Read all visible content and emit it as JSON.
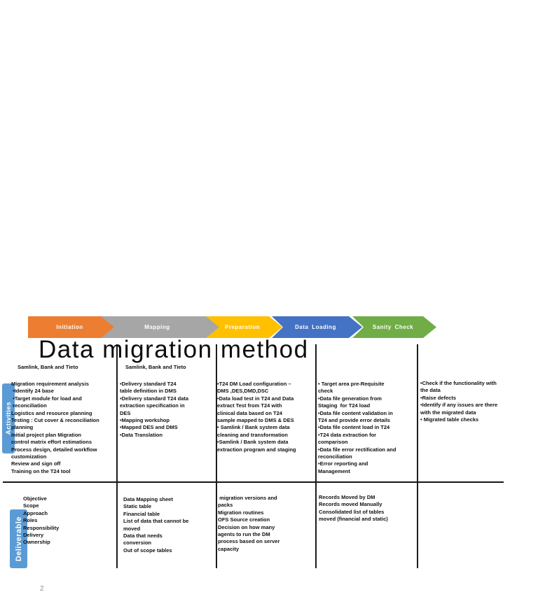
{
  "title": "Data migration method",
  "page_number": "2",
  "colors": {
    "row_label_blue": "#5B9BD5",
    "grid_line": "#1c1c1c"
  },
  "phases": [
    {
      "label": "Initiation",
      "color": "#ED7D31"
    },
    {
      "label": "Mapping",
      "color": "#A6A6A6"
    },
    {
      "label": "Preparation",
      "color": "#FFC000"
    },
    {
      "label": "Data Loading",
      "color": "#4472C4"
    },
    {
      "label": "Sanity Check",
      "color": "#70AD47"
    }
  ],
  "row_labels": {
    "activities": "Activities",
    "deliverable": "Deliverable"
  },
  "activities": {
    "col1_header": "Samlink, Bank and Tieto",
    "col2_header": "Samlink, Bank and Tieto",
    "col1": "Migration requirement analysis\n •Identify 24 base\n •Target module for load and\n reconciliation\nLogistics and resource planning\nTesting : Cut cover & reconciliation\nplanning\nInitial project plan Migration\ncontrol matrix effort estimations\nProcess design, detailed workflow\ncustomization\nReview and sign off\nTraining on the T24 tool",
    "col2": "•Delivery standard T24\ntable definition in DMS\n•Delivery standard T24 data\nextraction specification in\nDES\n•Mapping workshop\n•Mapped DES and DMS\n•Data Translation",
    "col3": "•T24 DM Load configuration –\nDMS ,DES,DMD,DSC\n•Data load test in T24 and Data\nextract Test from T24 with\nclinical data based on T24\nsample mapped to DMS & DES\n• Samlink / Bank system data\ncleaning and transformation\n•Samlink / Bank system data\nextraction program and staging",
    "col4": "• Target area pre-Requisite\ncheck\n•Data file generation from\nStaging  for T24 load\n•Data file content validation in\nT24 and provide error details\n•Data file content load in T24\n•T24 data extraction for\ncomparison\n•Data file error rectification and\nreconciliation\n•Error reporting and\nManagement",
    "col5": "•Check if the functionality with\nthe data\n•Raise defects\n•Identify if any issues are there\nwith the migrated data\n• Migrated table checks"
  },
  "deliverables": {
    "col1": "Objective\nScope\nApproach\nRoles\nResponsibility\nDelivery\nOwnership",
    "col2": "Data Mapping sheet\nStatic table\nFinancial table\nList of data that cannot be\nmoved\nData that needs\nconversion\nOut of scope tables",
    "col3": " migration versions and\npacks\nMigration routines\nOFS Source creation\nDecision on how many\nagents to run the DM\nprocess based on server\ncapacity",
    "col4": "Records Moved by DM\nRecords moved Manually\nConsolidated list of tables\nmoved (financial and static)"
  }
}
